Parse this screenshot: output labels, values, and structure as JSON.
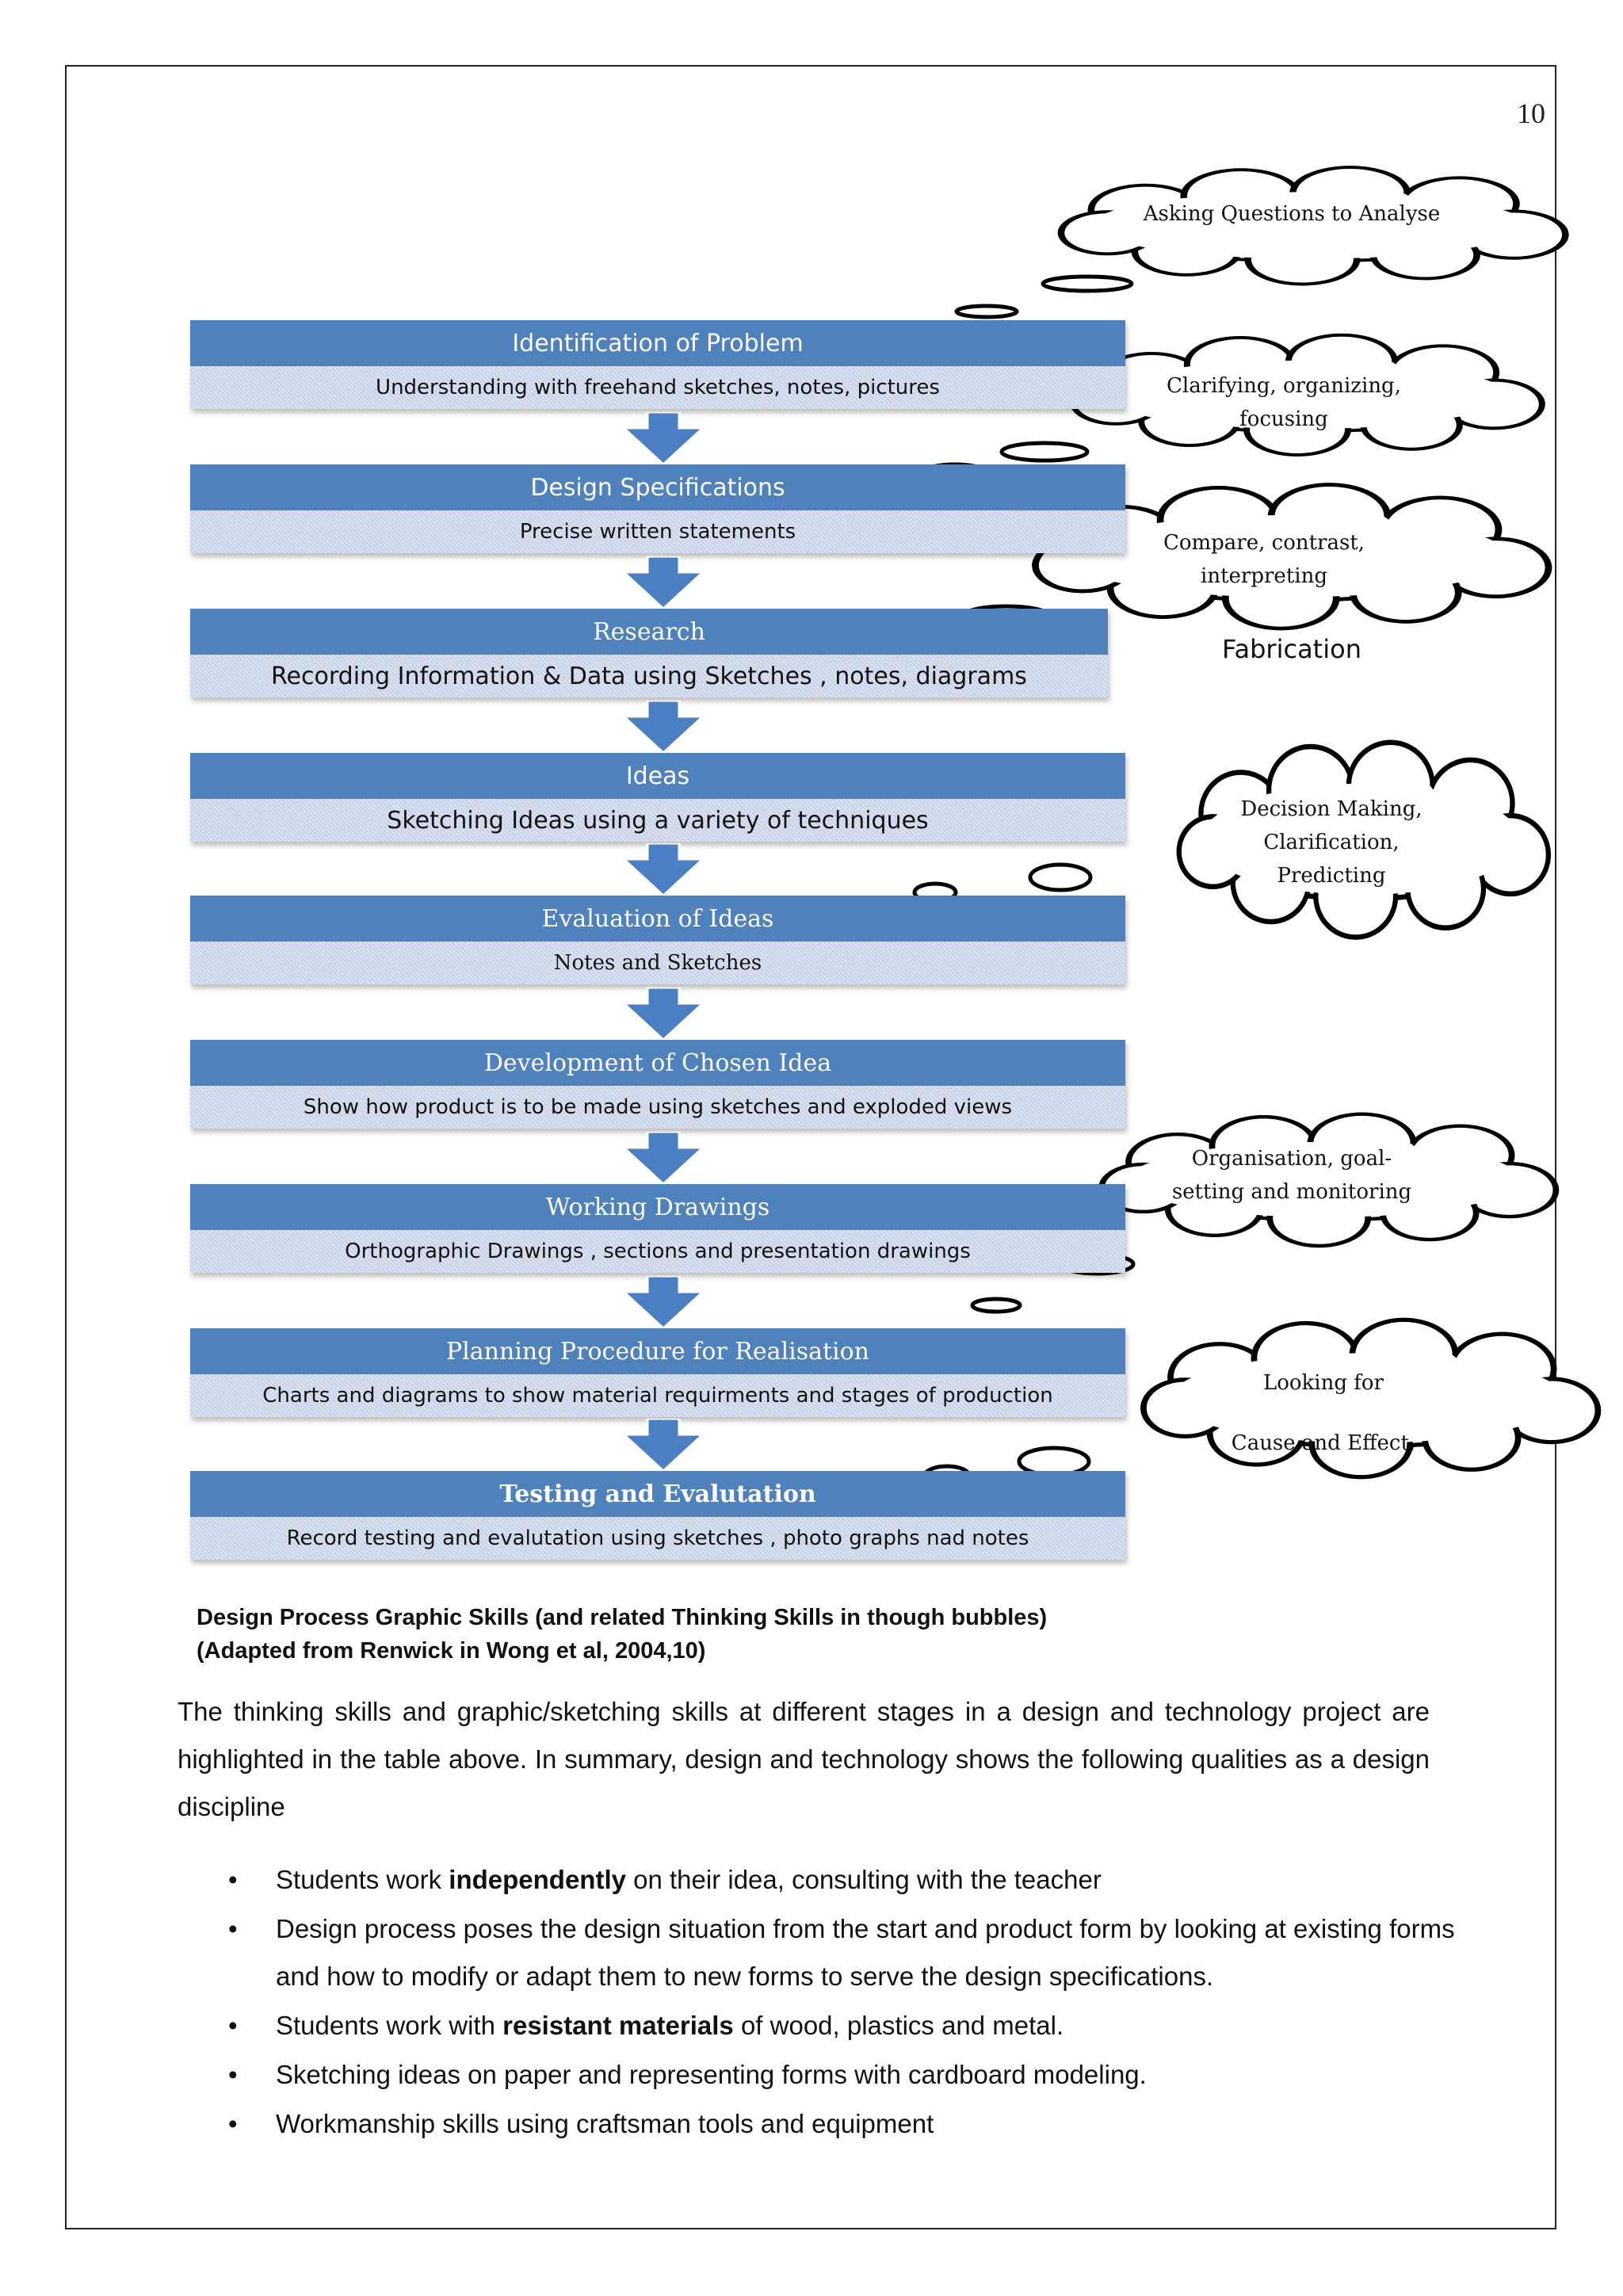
{
  "page_number": "10",
  "stages": [
    {
      "title": "Identification of Problem",
      "description": "Understanding with freehand sketches, notes, pictures"
    },
    {
      "title": "Design Specifications",
      "description": "Precise written statements"
    },
    {
      "title": "Research",
      "description": "Recording Information & Data using Sketches , notes, diagrams"
    },
    {
      "title": "Ideas",
      "description": "Sketching Ideas using a variety of techniques"
    },
    {
      "title": "Evaluation of Ideas",
      "description": "Notes and Sketches"
    },
    {
      "title": "Development of Chosen Idea",
      "description": "Show how product is to be made using sketches and exploded views"
    },
    {
      "title": "Working Drawings",
      "description": "Orthographic Drawings , sections and presentation drawings"
    },
    {
      "title": "Planning Procedure for Realisation",
      "description": "Charts and diagrams to show material requirments and stages of production"
    },
    {
      "title": "Testing and Evalutation",
      "description": "Record testing and evalutation using sketches , photo graphs nad notes"
    }
  ],
  "thought_bubbles": [
    {
      "lines": [
        "Asking Questions to Analyse"
      ]
    },
    {
      "lines": [
        "Clarifying, organizing,",
        "focusing"
      ]
    },
    {
      "lines": [
        "Compare, contrast,",
        "interpreting"
      ]
    },
    {
      "lines": [
        "Decision Making,",
        "Clarification,",
        "Predicting"
      ]
    },
    {
      "lines": [
        "Organisation, goal-",
        "setting and monitoring"
      ]
    },
    {
      "lines": [
        "Looking for",
        "",
        "Cause and Effect,"
      ]
    }
  ],
  "floating_label": "Fabrication",
  "caption": {
    "line1": "Design Process Graphic Skills (and related Thinking Skills in though bubbles)",
    "line2": "(Adapted from Renwick in Wong et al, 2004,10)"
  },
  "paragraph": "The thinking skills and graphic/sketching skills at different stages in a design and technology project are highlighted in the table above. In summary, design and technology shows the following qualities as a design discipline",
  "bullets": [
    {
      "before": "Students work ",
      "bold": "independently",
      "after": " on their idea, consulting with the teacher"
    },
    {
      "before": "Design process poses the design situation from the start and product form by looking at existing forms and how to modify or adapt them to new forms to serve the design specifications.",
      "bold": "",
      "after": ""
    },
    {
      "before": "Students work with ",
      "bold": "resistant materials",
      "after": " of wood, plastics and metal."
    },
    {
      "before": "Sketching ideas on paper and representing forms with cardboard modeling.",
      "bold": "",
      "after": ""
    },
    {
      "before": "Workmanship skills using craftsman tools and equipment",
      "bold": "",
      "after": ""
    }
  ],
  "bullet_symbol": "•",
  "colors": {
    "stage_title_bg": "#4f81bd",
    "stage_body_bg": "#c7d2e8",
    "arrow": "#4a7fc1"
  }
}
